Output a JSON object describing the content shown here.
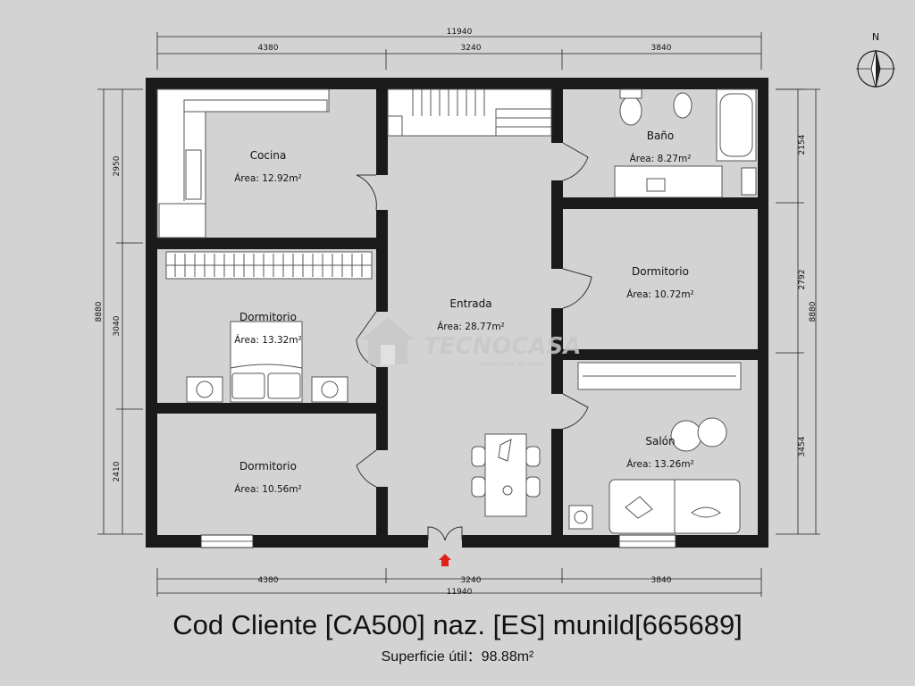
{
  "rooms": {
    "cocina": {
      "name": "Cocina",
      "area": "Área: 12.92m²"
    },
    "dormitorio1": {
      "name": "Dormitorio",
      "area": "Área: 13.32m²"
    },
    "dormitorio2": {
      "name": "Dormitorio",
      "area": "Área: 10.56m²"
    },
    "entrada": {
      "name": "Entrada",
      "area": "Área: 28.77m²"
    },
    "bano": {
      "name": "Baño",
      "area": "Área: 8.27m²"
    },
    "dormitorio3": {
      "name": "Dormitorio",
      "area": "Área: 10.72m²"
    },
    "salon": {
      "name": "Salón",
      "area": "Área: 13.26m²"
    }
  },
  "dimensions": {
    "top_total": "11940",
    "top_segments": [
      "4380",
      "3240",
      "3840"
    ],
    "bottom_total": "11940",
    "bottom_segments": [
      "4380",
      "3240",
      "3840"
    ],
    "left_total": "8880",
    "left_segments": [
      "2950",
      "3040",
      "2410"
    ],
    "right_total": "8880",
    "right_segments": [
      "2154",
      "2792",
      "3454"
    ]
  },
  "compass": {
    "label": "N"
  },
  "watermark": {
    "brand": "TECNOCASA",
    "tagline": "FRANCHISING NETWORK"
  },
  "footer": {
    "title": "Cod Cliente [CA500] naz. [ES] munild[665689]",
    "subtitle": "Superficie útil：98.88m²"
  },
  "colors": {
    "background": "#d3d3d3",
    "wall": "#1a1a1a",
    "entry_marker": "#e0201b"
  }
}
